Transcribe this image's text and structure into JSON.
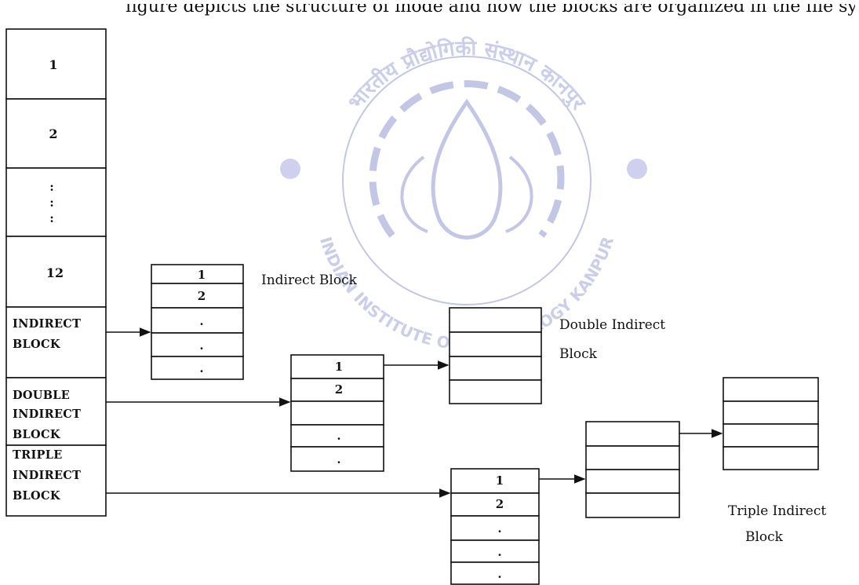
{
  "header_fragment": "figure depicts the structure of inode and how the blocks are organized in the file system",
  "inode": {
    "direct": [
      "1",
      "2",
      ":",
      "12"
    ],
    "indirect_lines": [
      "INDIRECT",
      "BLOCK"
    ],
    "double_lines": [
      "DOUBLE",
      "INDIRECT",
      "BLOCK"
    ],
    "triple_lines": [
      "TRIPLE",
      "INDIRECT",
      "BLOCK"
    ]
  },
  "indirect_block": {
    "cells": [
      "1",
      "2",
      ".",
      ".",
      "."
    ],
    "caption": "Indirect Block"
  },
  "double_first": {
    "cells": [
      "1",
      "2",
      "",
      ".",
      "."
    ]
  },
  "double_second": {
    "cells": [
      "",
      "",
      "",
      ""
    ]
  },
  "double_caption": [
    "Double Indirect",
    "Block"
  ],
  "triple_first": {
    "cells": [
      "1",
      "2",
      ".",
      ".",
      "."
    ]
  },
  "triple_second": {
    "cells": [
      "",
      "",
      "",
      ""
    ]
  },
  "triple_third": {
    "cells": [
      "",
      "",
      "",
      ""
    ]
  },
  "triple_caption": [
    "Triple Indirect",
    "Block"
  ],
  "watermark": {
    "seal_text_top": "भारतीय प्रौद्योगिकी संस्थान कानपुर",
    "seal_text_bottom": "INDIAN INSTITUTE OF TECHNOLOGY KANPUR",
    "color": "#b9bde0"
  },
  "colors": {
    "line": "#111111",
    "background": "#ffffff"
  }
}
